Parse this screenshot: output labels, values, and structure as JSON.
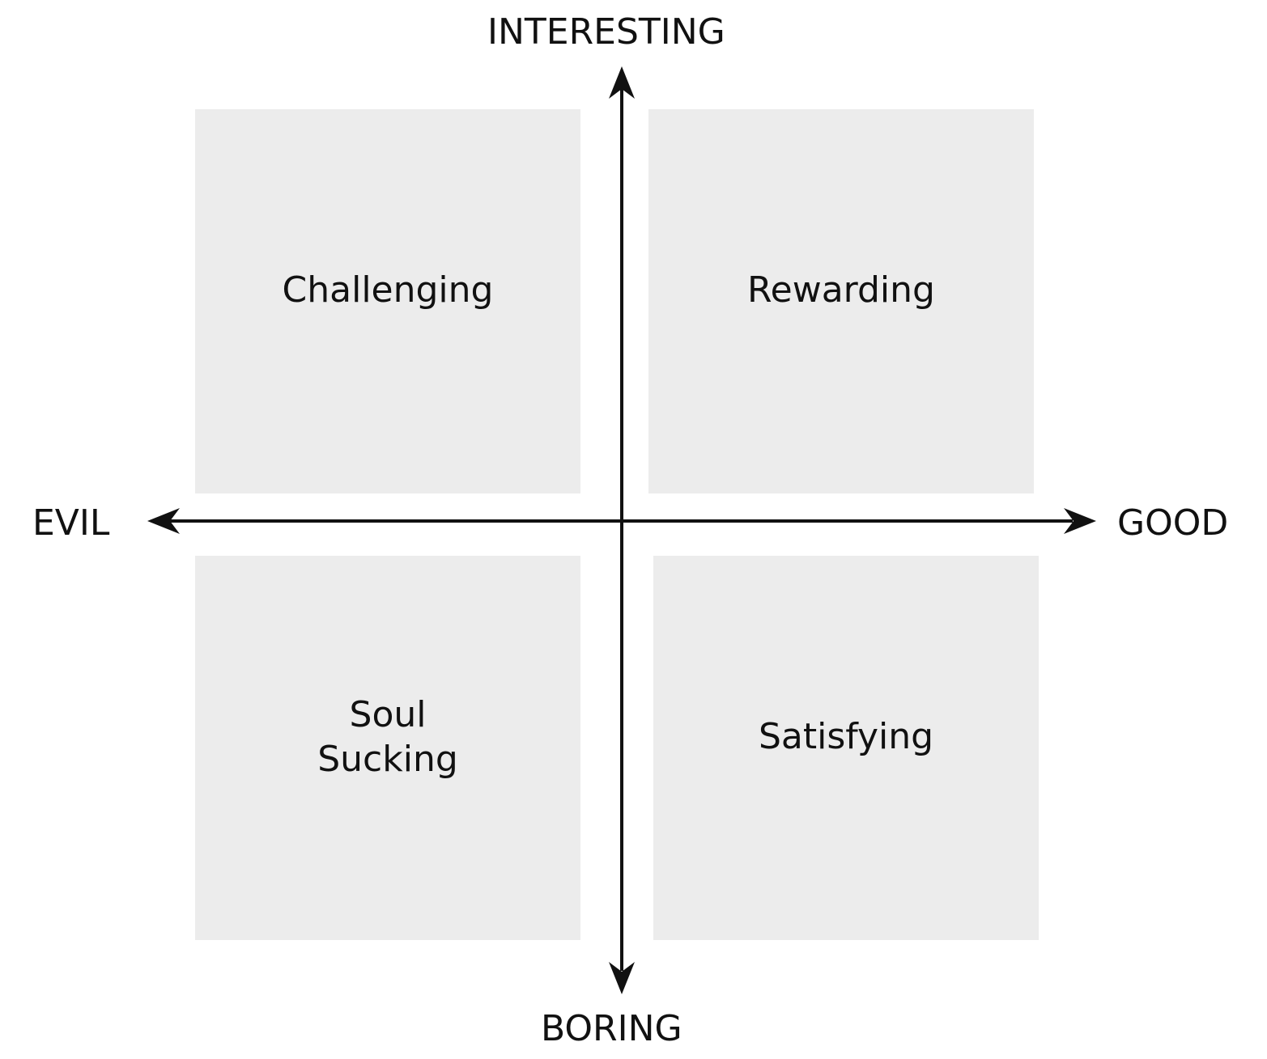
{
  "axes": {
    "top": "INTERESTING",
    "bottom": "BORING",
    "left": "EVIL",
    "right": "GOOD"
  },
  "quadrants": {
    "top_left": "Challenging",
    "top_right": "Rewarding",
    "bottom_left": "Soul\nSucking",
    "bottom_right": "Satisfying"
  },
  "colors": {
    "quadrant_fill": "#ececec",
    "axis_stroke": "#111111",
    "background": "#ffffff"
  }
}
